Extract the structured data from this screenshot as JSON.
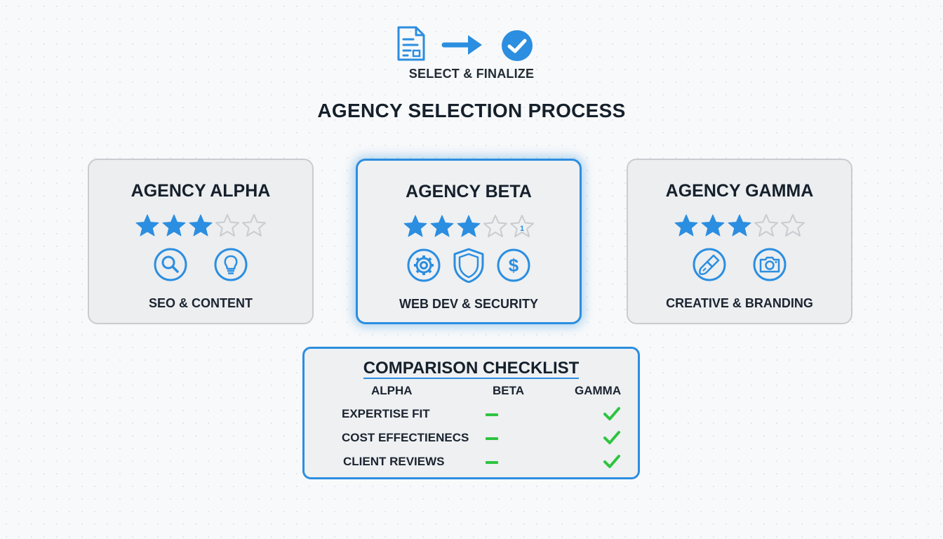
{
  "flow": {
    "steps": [
      "document-icon",
      "arrow-right-icon",
      "check-circle-icon"
    ],
    "label": "SELECT & FINALIZE"
  },
  "title": "AGENCY SELECTION PROCESS",
  "colors": {
    "accent": "#2b8ee0",
    "star_filled": "#2b8ee0",
    "star_empty": "#c9ccd0",
    "check_green": "#2ec440",
    "text": "#15202b"
  },
  "agencies": [
    {
      "name": "AGENCY ALPHA",
      "rating": 3,
      "max_rating": 5,
      "icons": [
        "search-icon",
        "lightbulb-icon"
      ],
      "specialty": "SEO & CONTENT",
      "highlighted": false
    },
    {
      "name": "AGENCY BETA",
      "rating": 3,
      "max_rating": 5,
      "star_badge": "1",
      "icons": [
        "gear-icon",
        "shield-icon",
        "dollar-icon"
      ],
      "specialty": "WEB DEV & SECURITY",
      "highlighted": true
    },
    {
      "name": "AGENCY GAMMA",
      "rating": 3,
      "max_rating": 5,
      "icons": [
        "paintbrush-icon",
        "camera-icon"
      ],
      "specialty": "CREATIVE & BRANDING",
      "highlighted": false
    }
  ],
  "checklist": {
    "title": "COMPARISON CHECKLIST",
    "columns": [
      "ALPHA",
      "BETA",
      "GAMMA"
    ],
    "rows": [
      {
        "label": "EXPERTISE FIT",
        "beta": "dash",
        "gamma": "check"
      },
      {
        "label": "COST EFFECTIENECS",
        "beta": "dash",
        "gamma": "check"
      },
      {
        "label": "CLIENT REVIEWS",
        "beta": "dash",
        "gamma": "check"
      }
    ]
  }
}
